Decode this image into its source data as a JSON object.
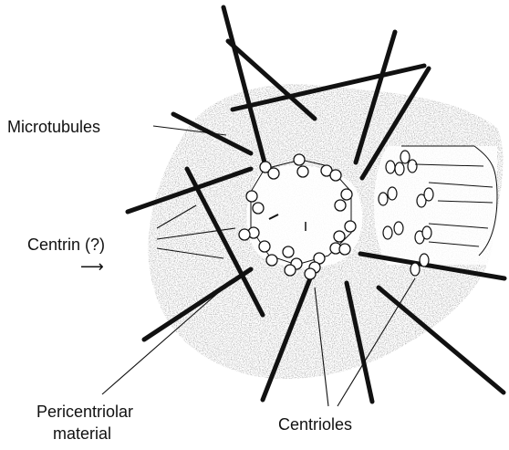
{
  "labels": {
    "microtubules": "Microtubules",
    "centrin": "Centrin (?)",
    "pericentriolar_line1": "Pericentriolar",
    "pericentriolar_line2": "material",
    "centrioles": "Centrioles"
  },
  "colors": {
    "ink": "#111111",
    "stipple": "#8c8c8c",
    "background": "#ffffff"
  }
}
